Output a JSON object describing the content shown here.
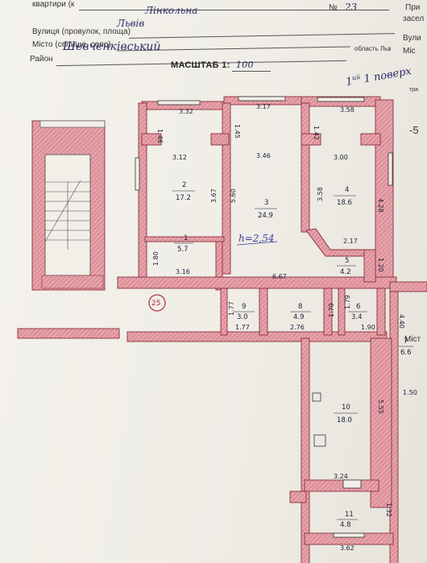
{
  "header": {
    "apartment_label": "квартири (к",
    "number_label": "№",
    "apartment_number": "23",
    "street_label": "Вулиця (провулок, площа)",
    "street_value": "Лінкольна",
    "city_label": "Місто (селище, село)",
    "city_value": "Львів",
    "district_label": "Район",
    "district_value": "Шевченківський",
    "oblast_label": "область Льв",
    "right_clip_1": "При",
    "right_clip_2": "засел",
    "right_clip_3": "Вули",
    "right_clip_4": "Міс",
    "right_clip_5": "тра",
    "right_clip_6": "-5",
    "right_clip_7": "Міст"
  },
  "scale": {
    "label": "МАСШТАБ 1:",
    "value": "100"
  },
  "floor_label": "1 поверх",
  "floor_sup": "ий",
  "height_label": "h=2,54",
  "stair_number": "25",
  "rooms": [
    {
      "num": "1",
      "area": "5.7"
    },
    {
      "num": "2",
      "area": "17.2"
    },
    {
      "num": "3",
      "area": "24.9"
    },
    {
      "num": "4",
      "area": "18.6"
    },
    {
      "num": "5",
      "area": "4.2"
    },
    {
      "num": "6",
      "area": "3.4"
    },
    {
      "num": "7",
      "area": "6.6"
    },
    {
      "num": "8",
      "area": "4.9"
    },
    {
      "num": "9",
      "area": "3.0"
    },
    {
      "num": "10",
      "area": "18.0"
    },
    {
      "num": "11",
      "area": "4.8"
    }
  ],
  "dims": {
    "d332": "3.32",
    "d317": "3.17",
    "d358a": "3.58",
    "d146": "1.46",
    "d145": "1.45",
    "d142": "1.42",
    "d312": "3.12",
    "d346": "3.46",
    "d300": "3.00",
    "d367": "3.67",
    "d560": "5.60",
    "d358b": "3.58",
    "d428": "4.28",
    "d217": "2.17",
    "d180": "1.80",
    "d316": "3.16",
    "d667": "6.67",
    "d120": "1.20",
    "d177a": "1.77",
    "d177b": "1.77",
    "d179a": "1.79",
    "d276": "2.76",
    "d179b": "1.79",
    "d190": "1.90",
    "d440": "4.40",
    "d150": "1.50",
    "d555": "5.55",
    "d324": "3.24",
    "d132": "1.32",
    "d362": "3.62"
  },
  "colors": {
    "wall": "#e39aa2",
    "wall_stroke": "#8a2f3a",
    "ink": "#2b2b6a"
  }
}
